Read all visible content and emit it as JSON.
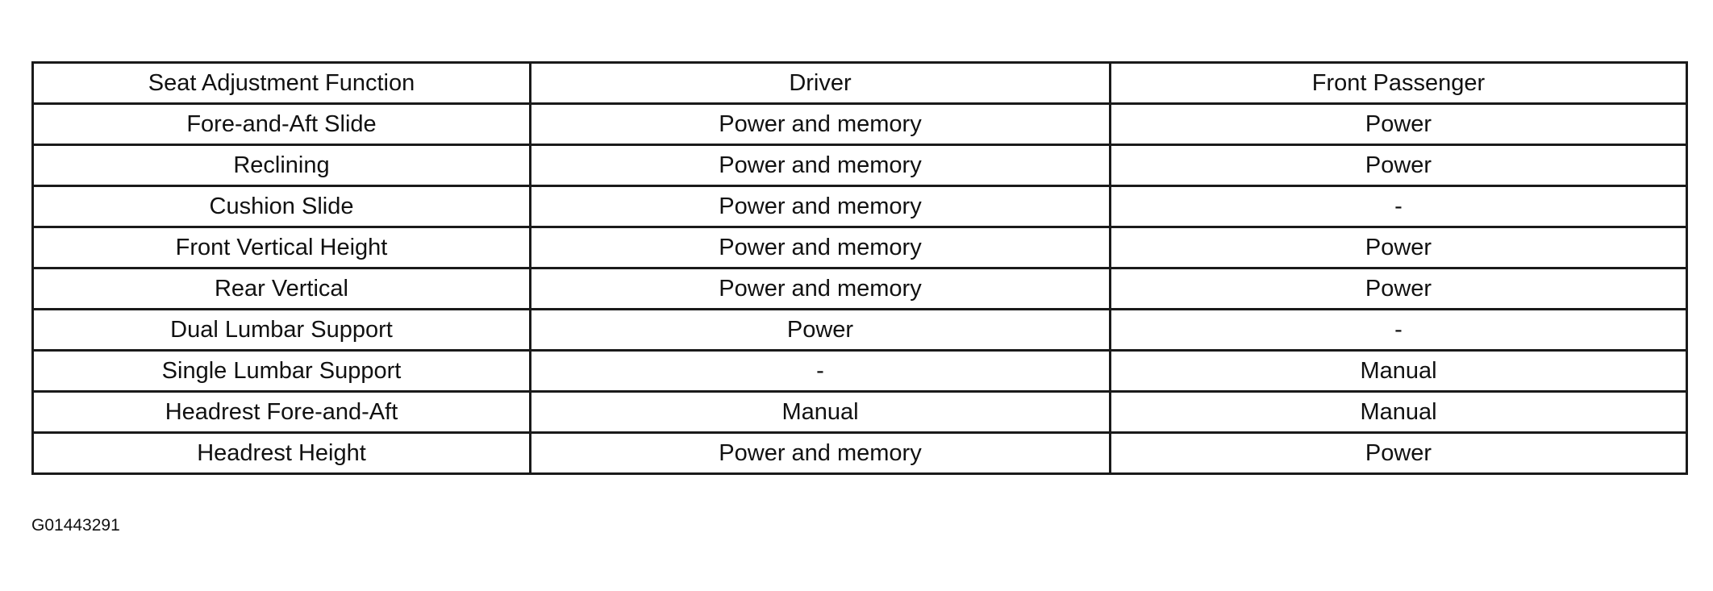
{
  "table": {
    "headers": [
      "Seat Adjustment Function",
      "Driver",
      "Front Passenger"
    ],
    "rows": [
      [
        "Fore-and-Aft Slide",
        "Power and memory",
        "Power"
      ],
      [
        "Reclining",
        "Power and memory",
        "Power"
      ],
      [
        "Cushion Slide",
        "Power and memory",
        "-"
      ],
      [
        "Front Vertical Height",
        "Power and memory",
        "Power"
      ],
      [
        "Rear Vertical",
        "Power and memory",
        "Power"
      ],
      [
        "Dual Lumbar Support",
        "Power",
        "-"
      ],
      [
        "Single Lumbar Support",
        "-",
        "Manual"
      ],
      [
        "Headrest Fore-and-Aft",
        "Manual",
        "Manual"
      ],
      [
        "Headrest Height",
        "Power and memory",
        "Power"
      ]
    ]
  },
  "figure_id": "G01443291"
}
